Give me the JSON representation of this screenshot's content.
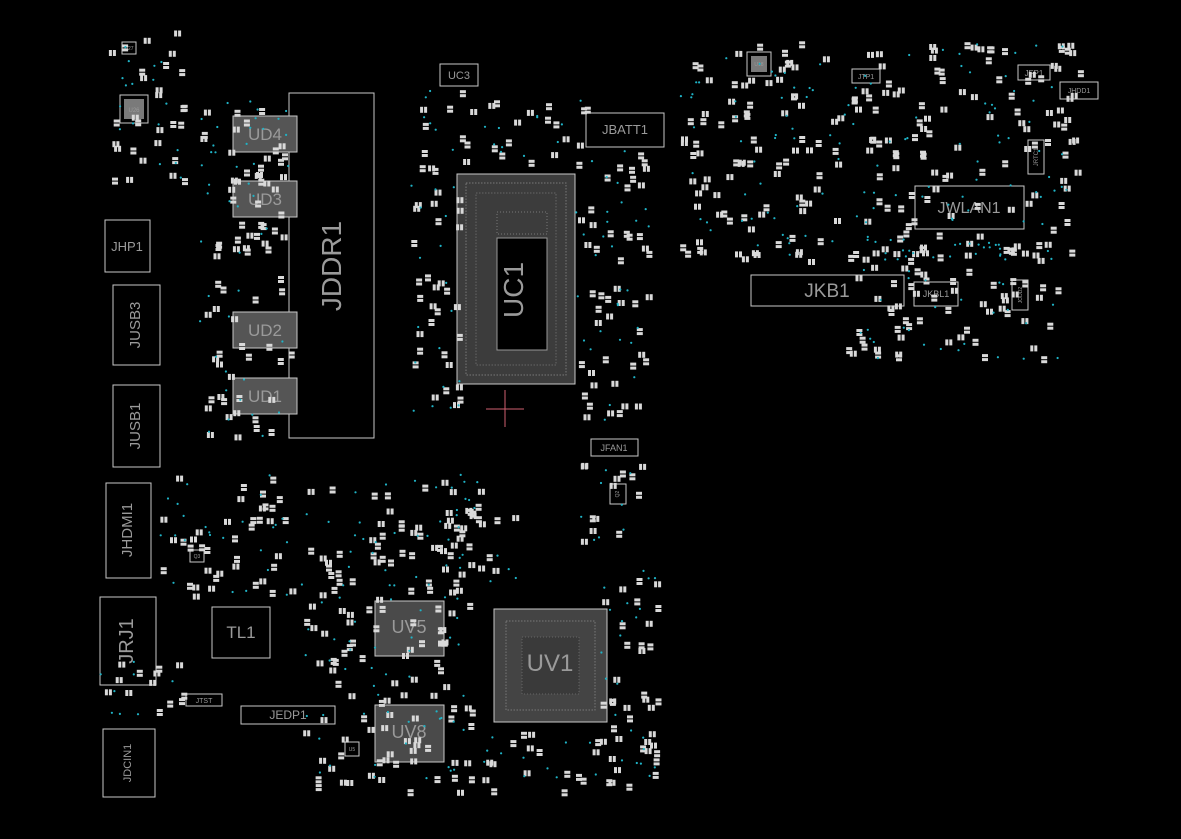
{
  "board": {
    "background": "#000000",
    "outline_color": "#c8c8c8",
    "pad_color": "#d9d9d9",
    "via_color": "#1fb3c6",
    "cursor_color": "#d06070"
  },
  "components": {
    "UC1": "UC1",
    "UC3": "UC3",
    "JDDR1": "JDDR1",
    "UD1": "UD1",
    "UD2": "UD2",
    "UD3": "UD3",
    "UD4": "UD4",
    "JBATT1": "JBATT1",
    "JHP1": "JHP1",
    "JUSB3": "JUSB3",
    "JUSB1": "JUSB1",
    "JHDMI1": "JHDMI1",
    "JRJ1": "JRJ1",
    "JDCIN1": "JDCIN1",
    "TL1": "TL1",
    "JTST": "JTST",
    "JEDP1": "JEDP1",
    "UV1": "UV1",
    "UV5": "UV5",
    "UV8": "UV8",
    "JFAN1": "JFAN1",
    "JKB1": "JKB1",
    "JKBL1": "JKBL1",
    "JWLAN1": "JWLAN1",
    "JTP1": "JTP1",
    "JFP1": "JFP1",
    "JHDD1": "JHDD1",
    "JRTC1": "JRTC1",
    "JODD2": "JODD2",
    "U26": "U26",
    "U27": "U27",
    "U18": "U18",
    "Q2": "Q2",
    "Q3": "Q3",
    "U5": "U5"
  }
}
